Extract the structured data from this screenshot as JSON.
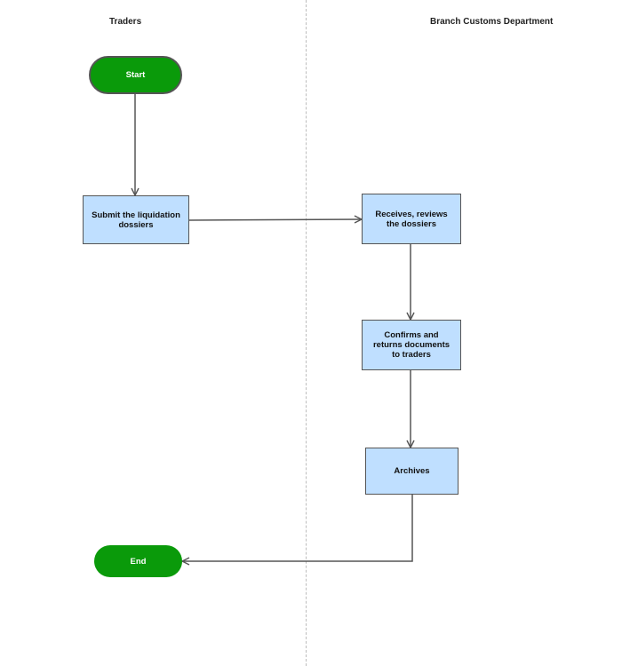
{
  "lanes": {
    "left": "Traders",
    "right": "Branch Customs Department"
  },
  "nodes": {
    "start": "Start",
    "submit": "Submit the liquidation dossiers",
    "receive": "Receives, reviews the dossiers",
    "confirm": "Confirms and returns documents to traders",
    "archive": "Archives",
    "end": "End"
  },
  "colors": {
    "terminal_fill": "#0a9a0a",
    "process_fill": "#bfdfff",
    "connector": "#555555",
    "lane_divider": "#bdbdbd"
  }
}
